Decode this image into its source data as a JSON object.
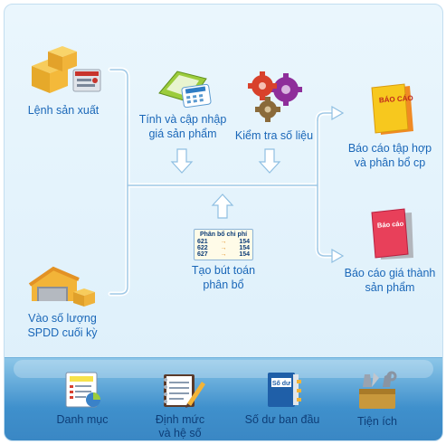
{
  "nodes": {
    "lenh_san_xuat": "Lệnh sản xuất",
    "tinh_gia_1": "Tính và cập nhập",
    "tinh_gia_2": "giá sản phẩm",
    "kiem_tra": "Kiểm tra số liệu",
    "bao_cao_tap_hop_1": "Báo cáo tập hợp",
    "bao_cao_tap_hop_2": "và phân bổ cp",
    "bao_cao_gia_thanh_1": "Báo cáo giá thành",
    "bao_cao_gia_thanh_2": "sản phẩm",
    "tao_but_toan_1": "Tạo bút toán",
    "tao_but_toan_2": "phân bổ",
    "vao_so_luong_1": "Vào số lượng",
    "vao_so_luong_2": "SPDD cuối kỳ"
  },
  "icons": {
    "report_yellow_text": "BÁO CÁO",
    "report_red_text": "Báo cáo",
    "allocation_title": "Phân bổ chi phí",
    "allocation_rows": [
      {
        "a": "621",
        "b": "154"
      },
      {
        "a": "622",
        "b": "154"
      },
      {
        "a": "627",
        "b": "154"
      }
    ],
    "balance_book_text": "Số dư"
  },
  "bottom_bar": {
    "danh_muc": "Danh mục",
    "dinh_muc_1": "Định mức",
    "dinh_muc_2": "và hệ số",
    "so_du": "Số dư ban đầu",
    "tien_ich": "Tiện ích"
  },
  "colors": {
    "label": "#1a67b8",
    "flow_line": "#ffffff",
    "bottom_bar": "#3f90cc"
  }
}
